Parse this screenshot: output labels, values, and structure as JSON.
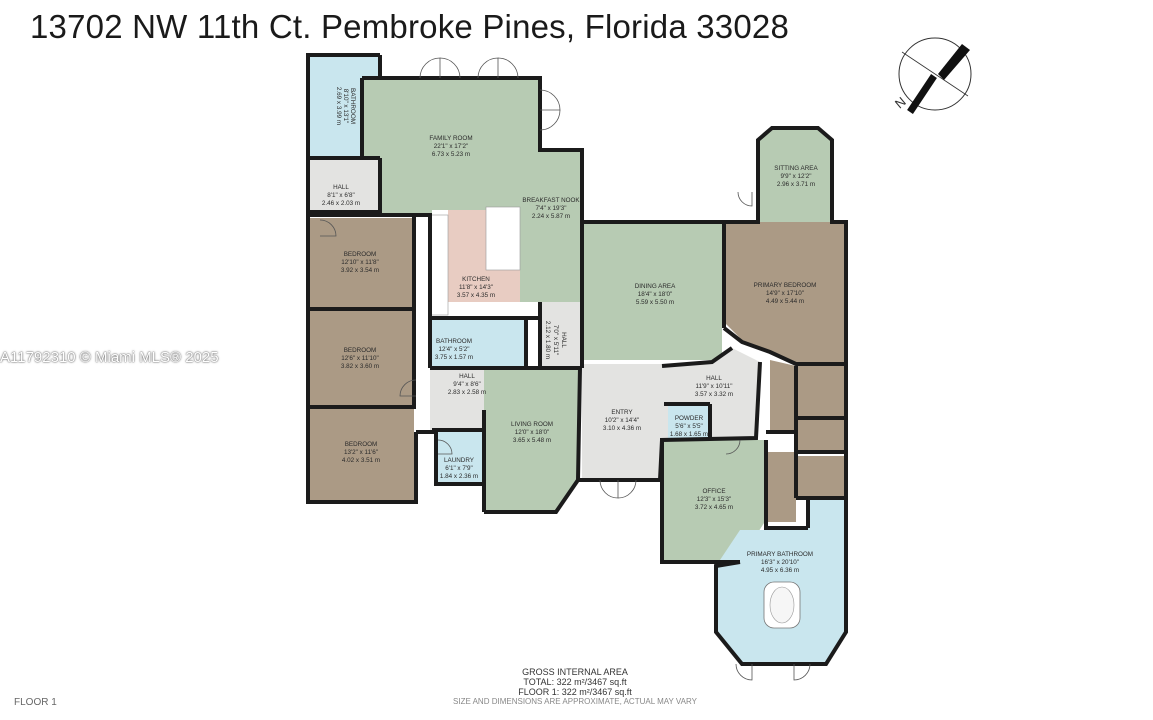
{
  "title": "13702 NW 11th Ct. Pembroke Pines, Florida 33028",
  "watermark": "A11792310 © Miami MLS® 2025",
  "floor_label": "FLOOR 1",
  "compass": {
    "icon": "north-arrow-icon",
    "label": "N"
  },
  "gross_area": {
    "heading": "GROSS INTERNAL AREA",
    "total": "TOTAL: 322 m²/3467 sq.ft",
    "floor1": "FLOOR 1: 322 m²/3467 sq.ft",
    "note": "SIZE AND DIMENSIONS ARE APPROXIMATE, ACTUAL MAY VARY"
  },
  "colors": {
    "green": "#b7cbb3",
    "brown": "#ab9a85",
    "blue": "#c9e6ee",
    "grey": "#e3e3e1",
    "kitchen": "#e8ccc2",
    "wall": "#1b1b1b"
  },
  "rooms": {
    "bathroom_top": {
      "name": "BATHROOM",
      "dim1": "8'10\" x 13'1\"",
      "dim2": "2.69 x 3.99 m"
    },
    "family_room": {
      "name": "FAMILY ROOM",
      "dim1": "22'1\" x 17'2\"",
      "dim2": "6.73 x 5.23 m"
    },
    "hall_top": {
      "name": "HALL",
      "dim1": "8'1\" x 6'8\"",
      "dim2": "2.46 x 2.03 m"
    },
    "breakfast_nook": {
      "name": "BREAKFAST NOOK",
      "dim1": "7'4\" x 19'3\"",
      "dim2": "2.24 x 5.87 m"
    },
    "kitchen": {
      "name": "KITCHEN",
      "dim1": "11'8\" x 14'3\"",
      "dim2": "3.57 x 4.35 m"
    },
    "bedroom1": {
      "name": "BEDROOM",
      "dim1": "12'10\" x 11'8\"",
      "dim2": "3.92 x 3.54 m"
    },
    "bedroom2": {
      "name": "BEDROOM",
      "dim1": "12'6\" x 11'10\"",
      "dim2": "3.82 x 3.60 m"
    },
    "bedroom3": {
      "name": "BEDROOM",
      "dim1": "13'2\" x 11'6\"",
      "dim2": "4.02 x 3.51 m"
    },
    "bathroom_mid": {
      "name": "BATHROOM",
      "dim1": "12'4\" x 5'2\"",
      "dim2": "3.75 x 1.57 m"
    },
    "hall_mid": {
      "name": "HALL",
      "dim1": "9'4\" x 8'6\"",
      "dim2": "2.83 x 2.58 m"
    },
    "laundry": {
      "name": "LAUNDRY",
      "dim1": "6'1\" x 7'9\"",
      "dim2": "1.84 x 2.36 m"
    },
    "hall_narrow": {
      "name": "HALL",
      "dim1": "7'0\" x 5'11\"",
      "dim2": "2.12 x 1.80 m"
    },
    "dining_area": {
      "name": "DINING AREA",
      "dim1": "18'4\" x 18'0\"",
      "dim2": "5.59 x 5.50 m"
    },
    "living_room": {
      "name": "LIVING ROOM",
      "dim1": "12'0\" x 18'0\"",
      "dim2": "3.65 x 5.48 m"
    },
    "entry": {
      "name": "ENTRY",
      "dim1": "10'2\" x 14'4\"",
      "dim2": "3.10 x 4.36 m"
    },
    "hall_right": {
      "name": "HALL",
      "dim1": "11'9\" x 10'11\"",
      "dim2": "3.57 x 3.32 m"
    },
    "powder": {
      "name": "POWDER",
      "dim1": "5'6\" x 5'5\"",
      "dim2": "1.68 x 1.65 m"
    },
    "office": {
      "name": "OFFICE",
      "dim1": "12'3\" x 15'3\"",
      "dim2": "3.72 x 4.65 m"
    },
    "sitting_area": {
      "name": "SITTING AREA",
      "dim1": "9'9\" x 12'2\"",
      "dim2": "2.96 x 3.71 m"
    },
    "primary_bedroom": {
      "name": "PRIMARY BEDROOM",
      "dim1": "14'9\" x 17'10\"",
      "dim2": "4.49 x 5.44 m"
    },
    "primary_bathroom": {
      "name": "PRIMARY BATHROOM",
      "dim1": "16'3\" x 20'10\"",
      "dim2": "4.95 x 6.36 m"
    }
  }
}
